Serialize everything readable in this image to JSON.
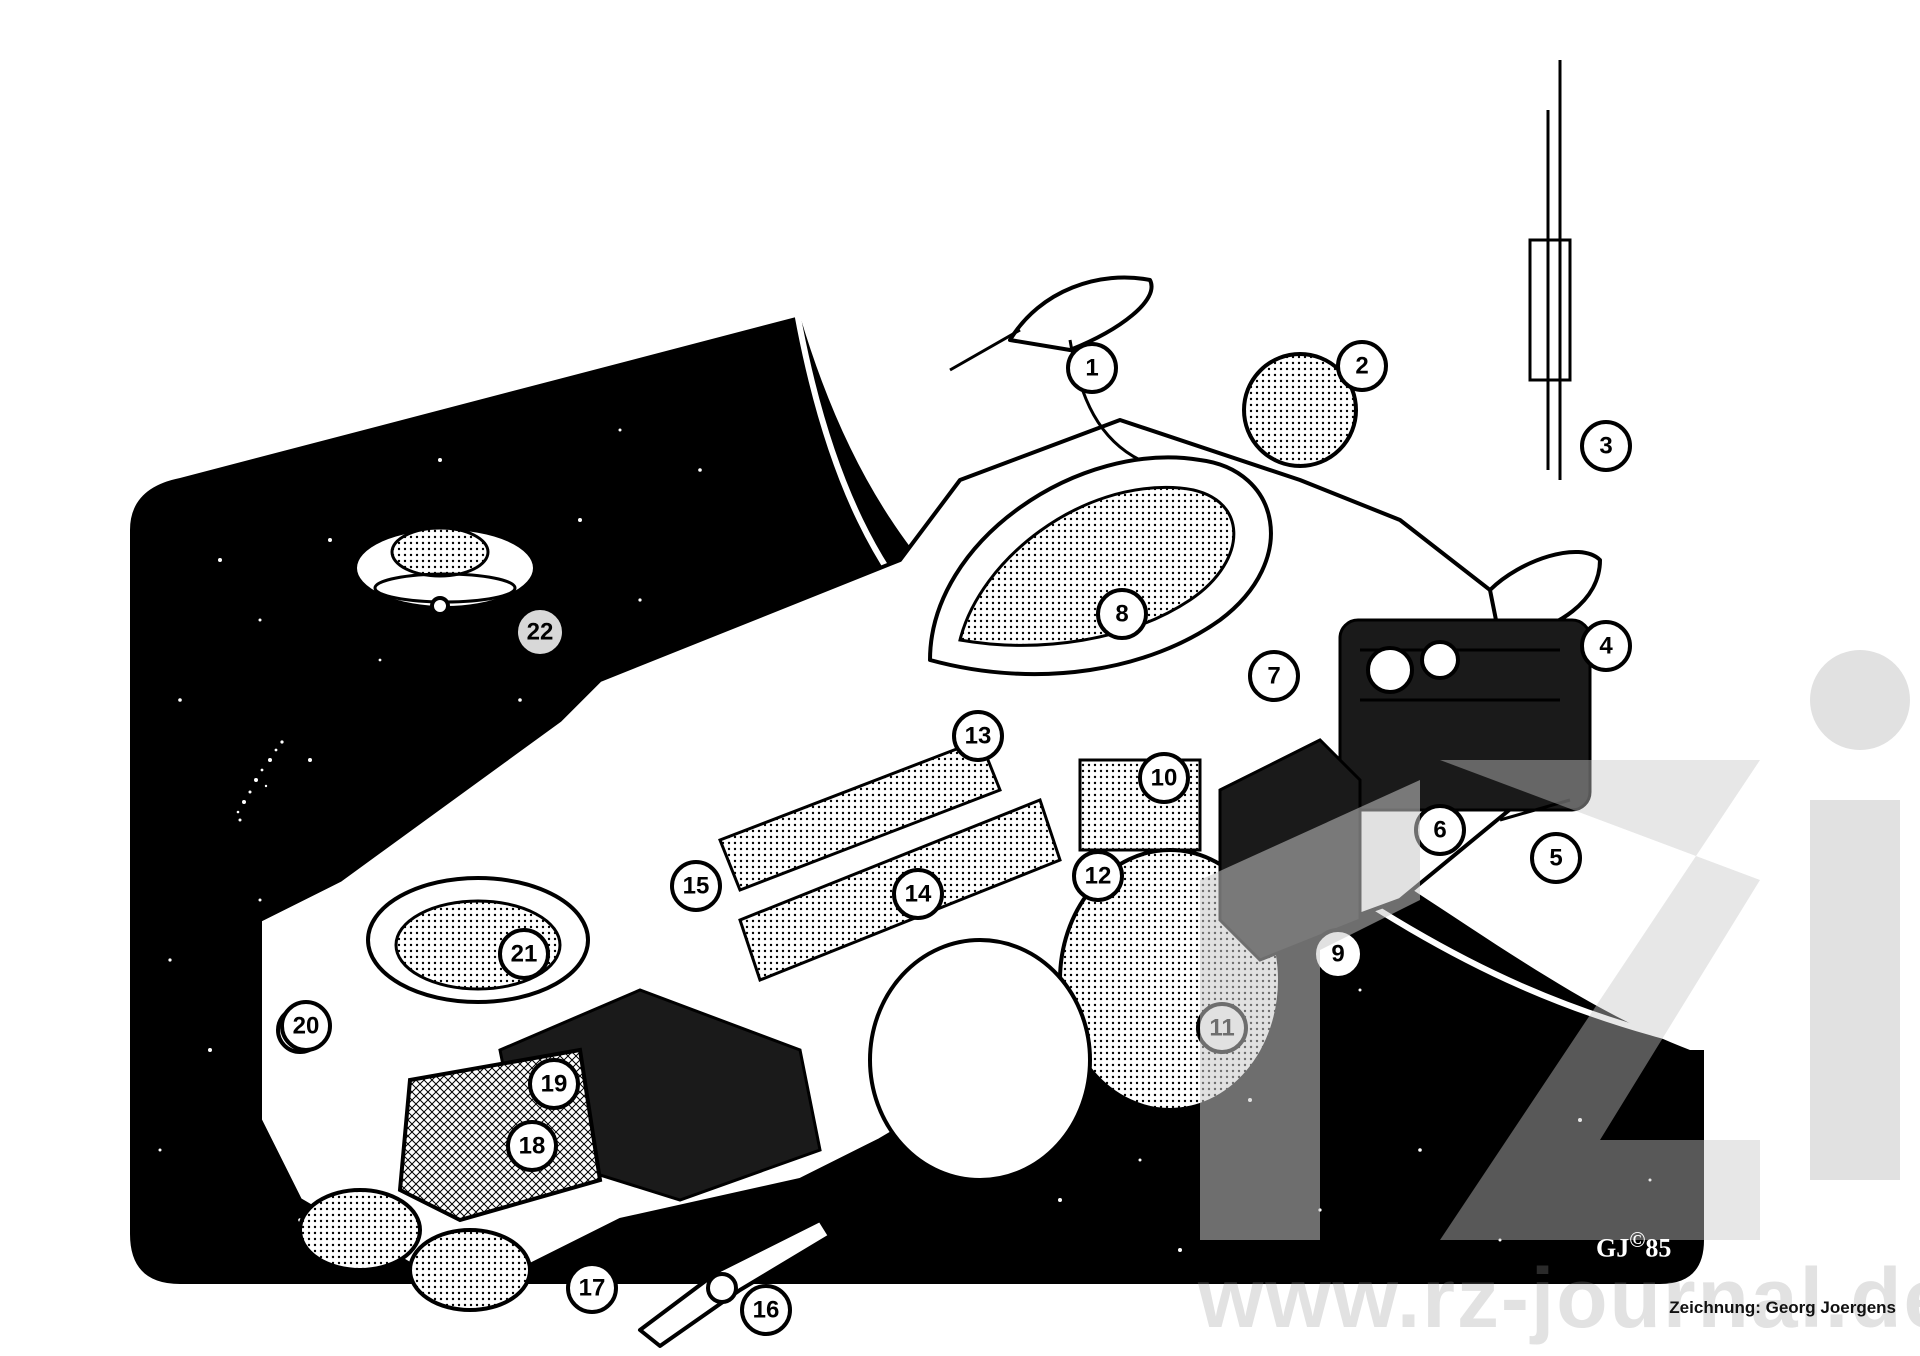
{
  "image": {
    "background": "#ffffff",
    "space_color": "#000000",
    "ink_color": "#000000",
    "watermark_color": "#c8c8c8"
  },
  "callouts": [
    "1",
    "2",
    "3",
    "4",
    "5",
    "6",
    "7",
    "8",
    "9",
    "10",
    "11",
    "12",
    "13",
    "14",
    "15",
    "16",
    "17",
    "18",
    "19",
    "20",
    "21",
    "22"
  ],
  "signature": {
    "initials": "GJ",
    "copyright": "©",
    "year": "85"
  },
  "credit": "Zeichnung: Georg Joergens",
  "watermark": {
    "logo_letters": "rzj",
    "url": "www.rz-journal.de"
  }
}
